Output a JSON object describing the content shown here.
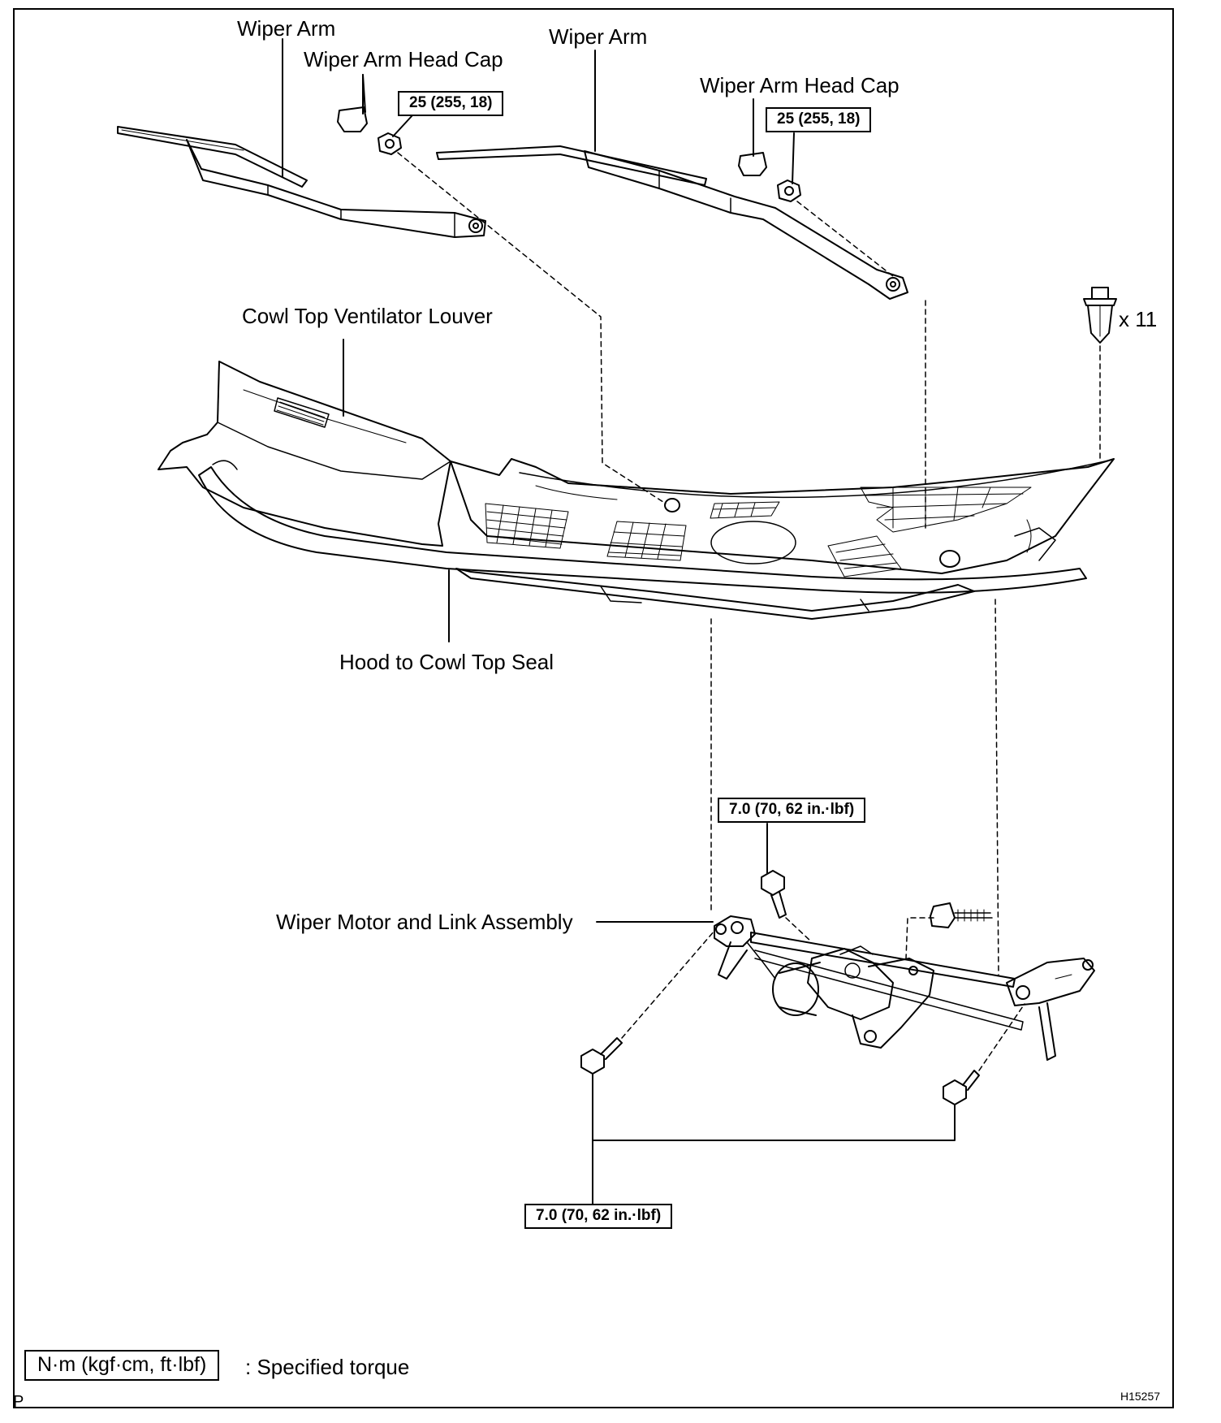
{
  "labels": {
    "wiper_arm_left": "Wiper Arm",
    "head_cap_left": "Wiper Arm Head Cap",
    "wiper_arm_right": "Wiper Arm",
    "head_cap_right": "Wiper Arm Head Cap",
    "cowl_louver": "Cowl Top Ventilator Louver",
    "hood_seal": "Hood to Cowl Top Seal",
    "motor_link": "Wiper Motor and Link Assembly",
    "clip_count": "x 11"
  },
  "torques": {
    "nut_left": "25 (255, 18)",
    "nut_right": "25 (255, 18)",
    "bolt_upper": "7.0 (70, 62 in.·lbf)",
    "bolt_lower": "7.0 (70, 62 in.·lbf)"
  },
  "legend": {
    "unit_box": "N·m (kgf·cm, ft·lbf)",
    "meaning": ": Specified torque"
  },
  "corner": {
    "left_mark": "P",
    "figure_id": "H15257"
  }
}
